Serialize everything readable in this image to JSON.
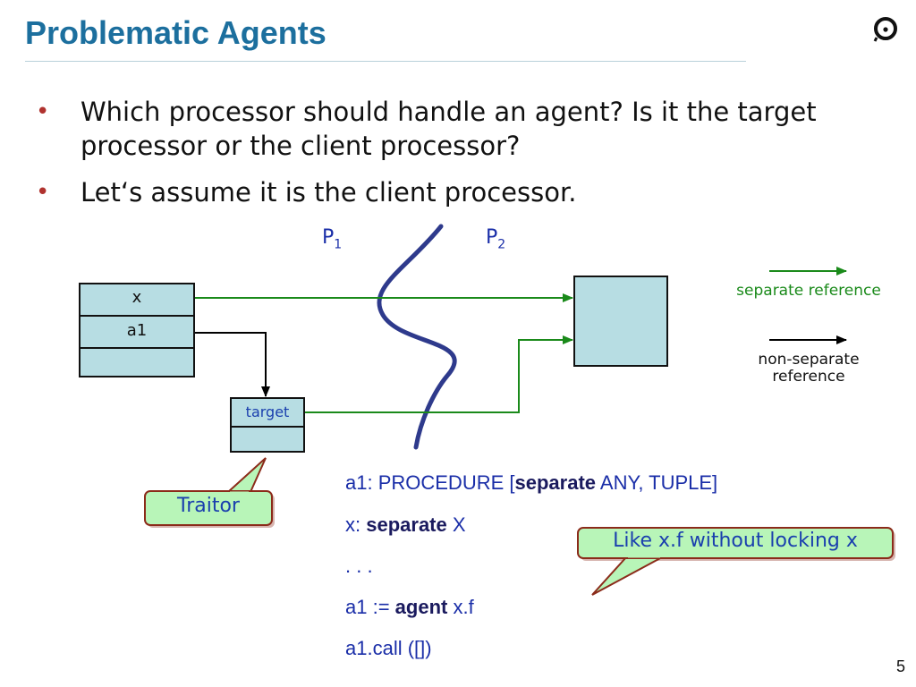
{
  "slide": {
    "title": "Problematic Agents",
    "page_number": "5"
  },
  "bullets": [
    "Which processor should handle an agent? Is it the target processor or the client processor?",
    "Let‘s assume it is the client processor."
  ],
  "diagram": {
    "processor_1": {
      "name": "P",
      "sub": "1"
    },
    "processor_2": {
      "name": "P",
      "sub": "2"
    },
    "client_object_fields": [
      "x",
      "a1",
      ""
    ],
    "agent_object_fields": [
      "target",
      ""
    ],
    "legend": {
      "separate_label": "separate reference",
      "non_separate_label": "non-separate reference",
      "separate_color": "#1a8a1a",
      "non_separate_color": "#000000"
    },
    "box_fill": "#b7dde3"
  },
  "callouts": {
    "traitor": "Traitor",
    "like_xf": "Like x.f without locking x",
    "fill": "#b8f5b8",
    "border": "#8b2b1a"
  },
  "code": {
    "line1_a": "a1: PROCEDURE [",
    "line1_kw": "separate",
    "line1_b": " ANY, TUPLE]",
    "line2_a": "x: ",
    "line2_kw": "separate",
    "line2_b": " X",
    "line3": ". . .",
    "line4_a": "a1 := ",
    "line4_kw": "agent",
    "line4_b": " x.f",
    "line5": "a1.call ([])"
  }
}
